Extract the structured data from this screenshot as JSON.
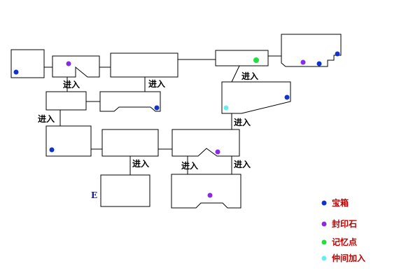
{
  "map": {
    "enter_label": "进入",
    "exit_label": "E"
  },
  "legend": [
    {
      "icon": "treasure-chest-dot",
      "color": "#1133cc",
      "label": "宝箱"
    },
    {
      "icon": "seal-stone-dot",
      "color": "#8a2be2",
      "label": "封印石"
    },
    {
      "icon": "save-point-dot",
      "color": "#22dd44",
      "label": "记忆点"
    },
    {
      "icon": "companion-join-dot",
      "color": "#66eeee",
      "label": "仲间加入"
    }
  ],
  "colors": {
    "line": "#000000",
    "treasure": "#1133cc",
    "seal": "#8a2be2",
    "save": "#22dd44",
    "companion": "#66eeee",
    "legend_text": "#c00000"
  }
}
